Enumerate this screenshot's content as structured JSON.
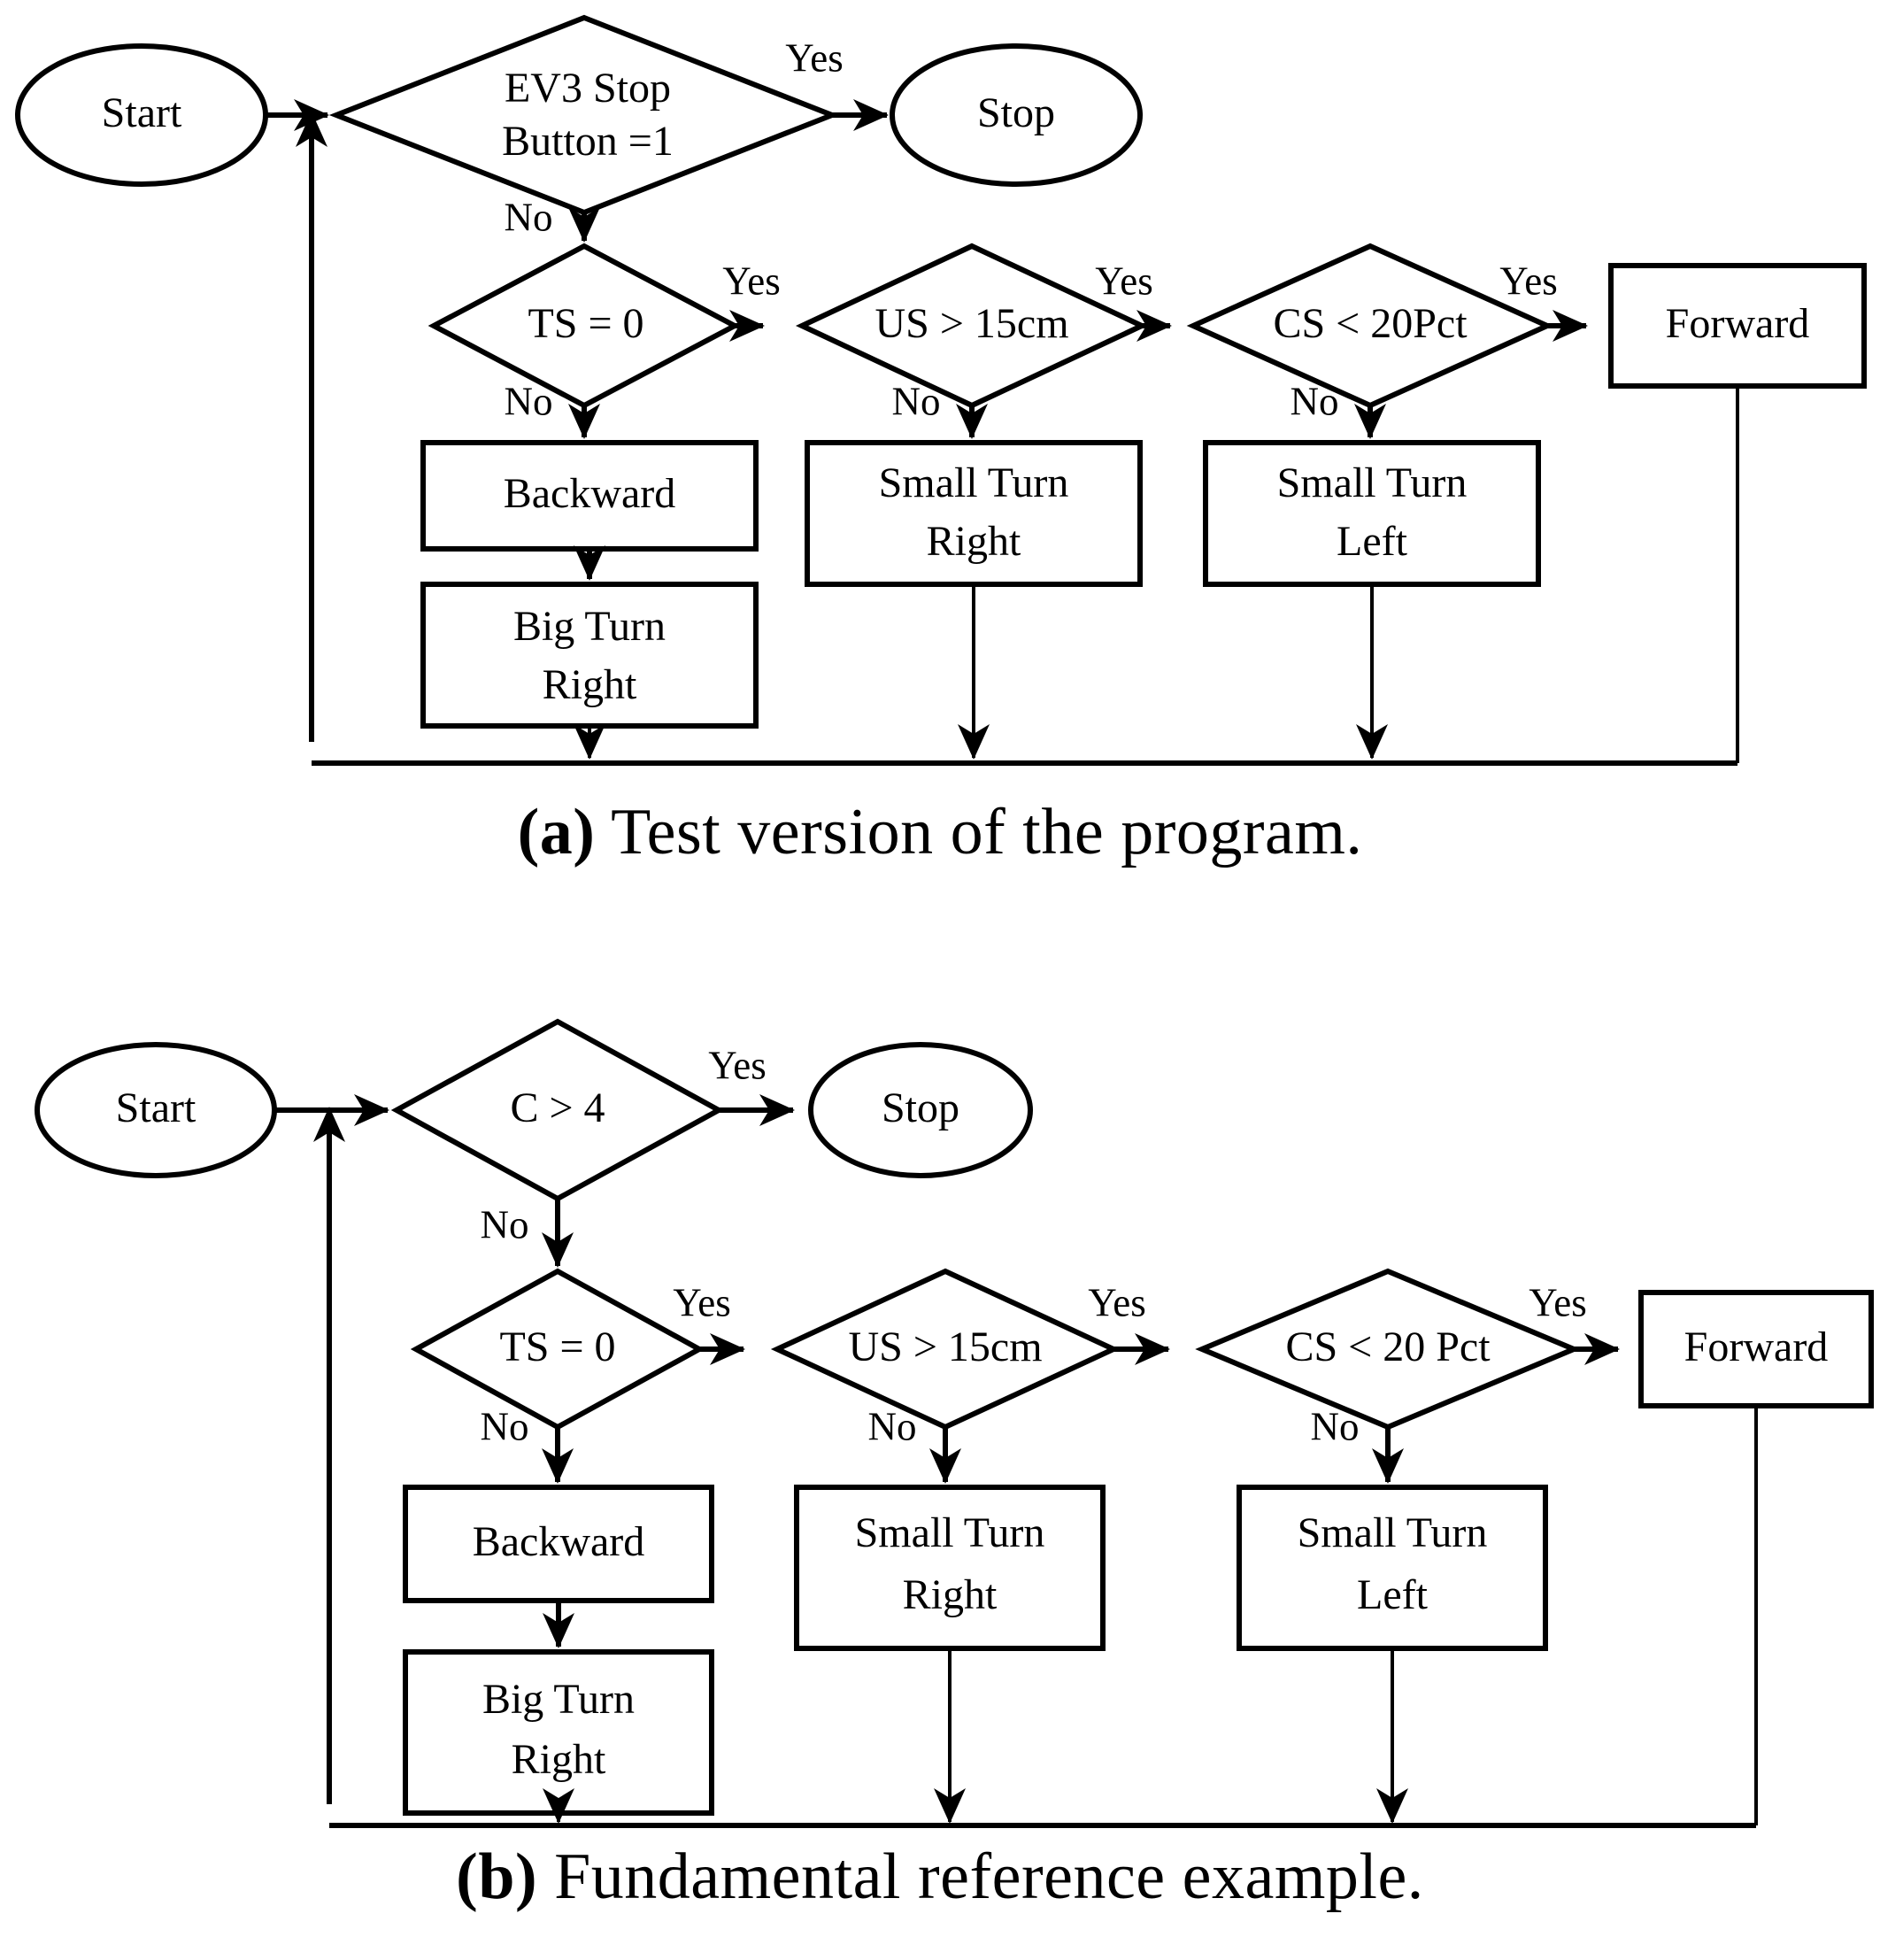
{
  "figure": {
    "panels": [
      {
        "id": "a",
        "caption_tag": "(a)",
        "caption_text": " Test version of the program.",
        "nodes": {
          "start": "Start",
          "stop": "Stop",
          "decision_main": "EV3 Stop\nButton =1",
          "decision_main_line1": "EV3 Stop",
          "decision_main_line2": "Button =1",
          "decision_ts": "TS = 0",
          "decision_us": "US > 15cm",
          "decision_cs": "CS < 20Pct",
          "action_forward": "Forward",
          "action_backward": "Backward",
          "action_bigturn_line1": "Big Turn",
          "action_bigturn_line2": "Right",
          "action_smallright_line1": "Small Turn",
          "action_smallright_line2": "Right",
          "action_smallleft_line1": "Small Turn",
          "action_smallleft_line2": "Left"
        },
        "edges": {
          "main_yes": "Yes",
          "main_no": "No",
          "ts_yes": "Yes",
          "ts_no": "No",
          "us_yes": "Yes",
          "us_no": "No",
          "cs_yes": "Yes",
          "cs_no": "No"
        }
      },
      {
        "id": "b",
        "caption_tag": "(b)",
        "caption_text": " Fundamental reference example.",
        "nodes": {
          "start": "Start",
          "stop": "Stop",
          "decision_main": "C > 4",
          "decision_ts": "TS = 0",
          "decision_us": "US > 15cm",
          "decision_cs": "CS < 20 Pct",
          "action_forward": "Forward",
          "action_backward": "Backward",
          "action_bigturn_line1": "Big Turn",
          "action_bigturn_line2": "Right",
          "action_smallright_line1": "Small Turn",
          "action_smallright_line2": "Right",
          "action_smallleft_line1": "Small Turn",
          "action_smallleft_line2": "Left"
        },
        "edges": {
          "main_yes": "Yes",
          "main_no": "No",
          "ts_yes": "Yes",
          "ts_no": "No",
          "us_yes": "Yes",
          "us_no": "No",
          "cs_yes": "Yes",
          "cs_no": "No"
        }
      }
    ],
    "colors": {
      "stroke": "#000000",
      "fill": "#ffffff",
      "background": "#ffffff"
    }
  }
}
